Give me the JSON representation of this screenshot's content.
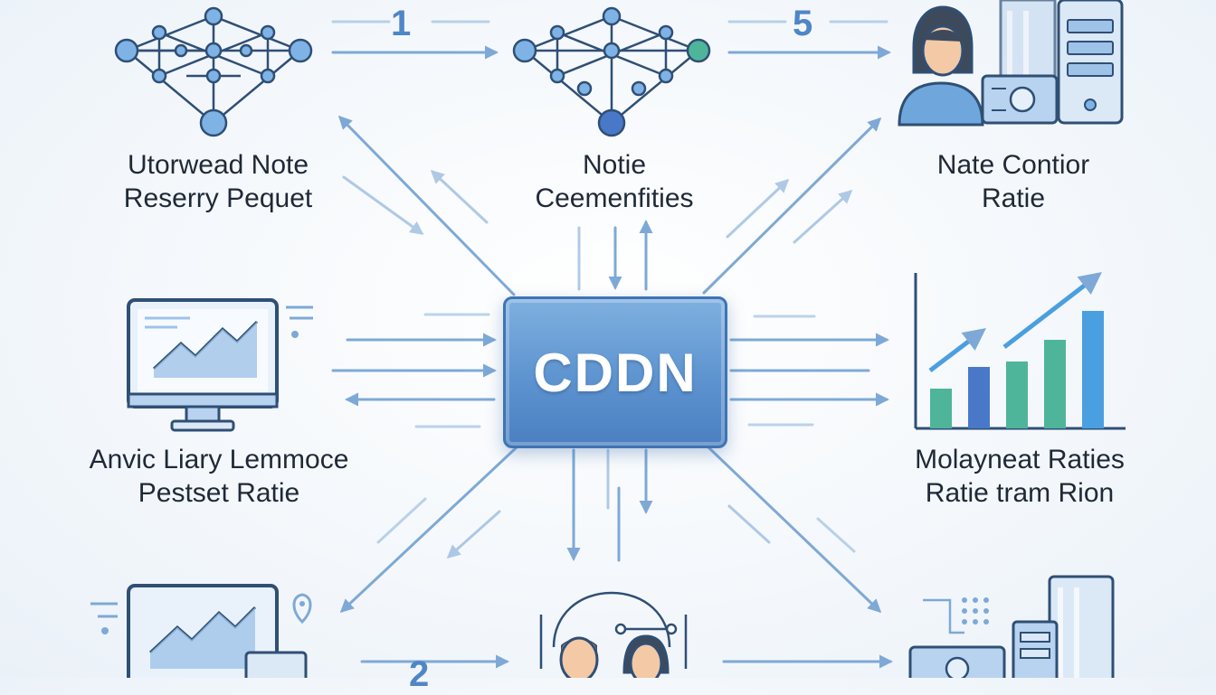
{
  "hub": {
    "label": "CDDN"
  },
  "step_numbers": {
    "top_left": "1",
    "top_right": "5",
    "bottom_left": "2"
  },
  "nodes": {
    "top_left": {
      "line1": "Utorwead Note",
      "line2": "Reserry Pequet",
      "icon": "network-graph-icon"
    },
    "top_center": {
      "line1": "Notie",
      "line2": "Ceemenfities",
      "icon": "network-graph-icon"
    },
    "top_right": {
      "line1": "Nate Contior",
      "line2": "Ratie",
      "icon": "user-server-icon"
    },
    "middle_left": {
      "line1": "Anvic Liary Lemmoce",
      "line2": "Pestset Ratie",
      "icon": "monitor-chart-icon"
    },
    "middle_right": {
      "line1": "Molayneat Raties",
      "line2": "Ratie tram Rion",
      "icon": "bar-chart-icon"
    },
    "bottom_left": {
      "icon": "monitor-chart-icon"
    },
    "bottom_center": {
      "icon": "team-icon"
    },
    "bottom_right": {
      "icon": "server-rack-icon"
    }
  },
  "colors": {
    "arrow": "#7ea9d6",
    "hub": "#5d93cf",
    "node_fill": "#7fb3e6",
    "outline": "#2f4f75",
    "chart_green": "#4fb59a",
    "chart_blue": "#4a78c8"
  }
}
